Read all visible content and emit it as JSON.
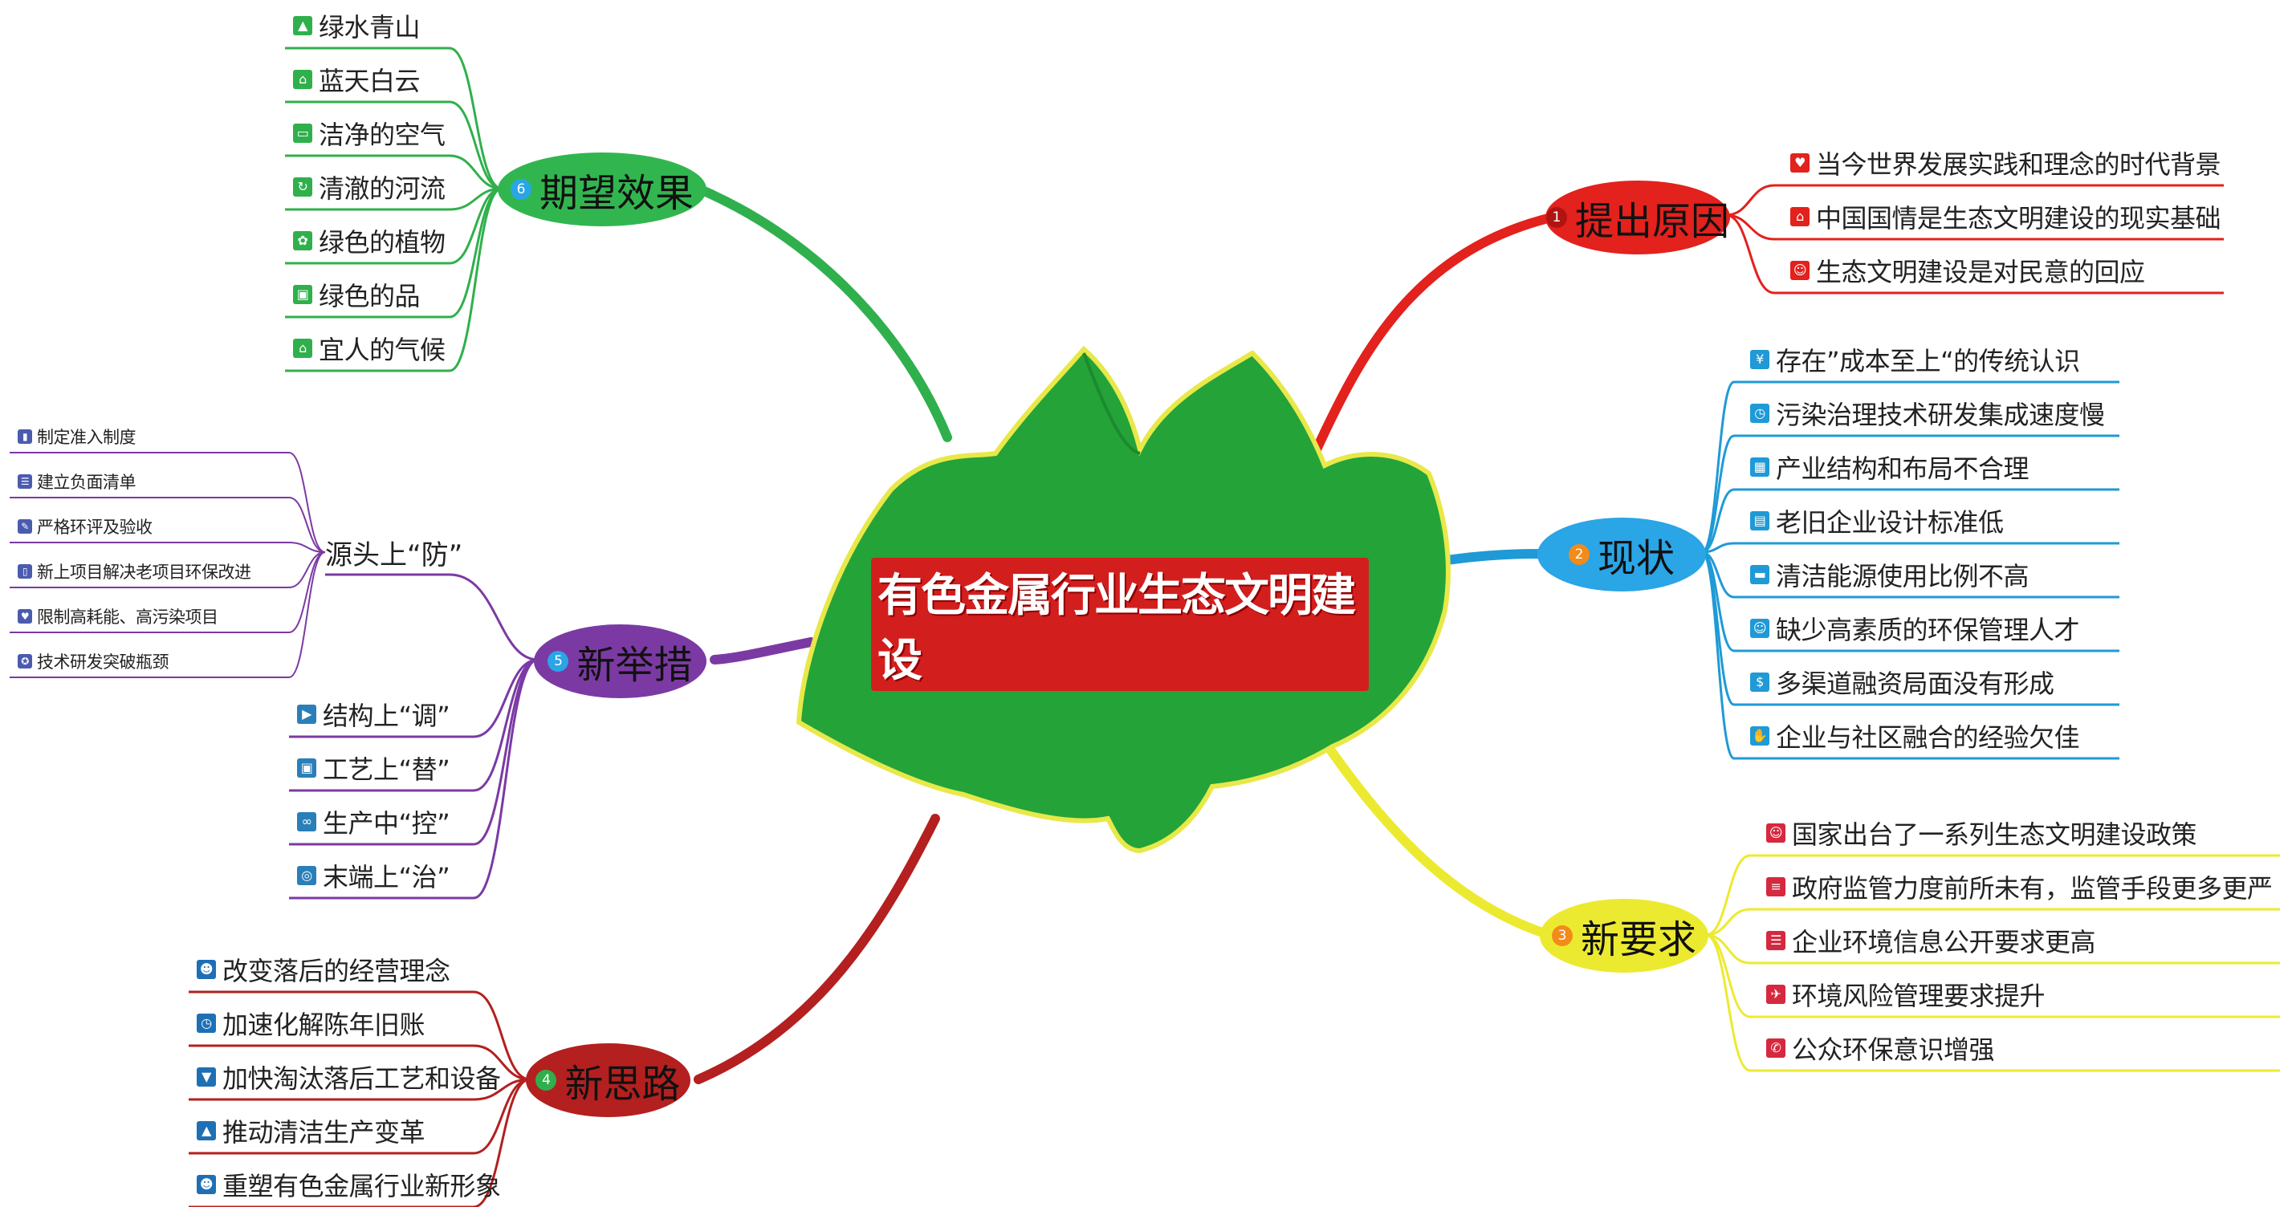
{
  "center": {
    "title": "有色金属行业生态文明建设"
  },
  "branches": {
    "b1": {
      "num": "1",
      "label": "提出原因",
      "color": "#e3211d",
      "items": [
        "当今世界发展实践和理念的时代背景",
        "中国国情是生态文明建设的现实基础",
        "生态文明建设是对民意的回应"
      ]
    },
    "b2": {
      "num": "2",
      "label": "现状",
      "color": "#1f9ad6",
      "items": [
        "存在”成本至上“的传统认识",
        "污染治理技术研发集成速度慢",
        "产业结构和布局不合理",
        "老旧企业设计标准低",
        "清洁能源使用比例不高",
        "缺少高素质的环保管理人才",
        "多渠道融资局面没有形成",
        "企业与社区融合的经验欠佳"
      ]
    },
    "b3": {
      "num": "3",
      "label": "新要求",
      "color": "#ecea30",
      "items": [
        "国家出台了一系列生态文明建设政策",
        "政府监管力度前所未有，监管手段更多更严",
        "企业环境信息公开要求更高",
        "环境风险管理要求提升",
        "公众环保意识增强"
      ]
    },
    "b4": {
      "num": "4",
      "label": "新思路",
      "color": "#b3201f",
      "items": [
        "改变落后的经营理念",
        "加速化解陈年旧账",
        "加快淘汰落后工艺和设备",
        "推动清洁生产变革",
        "重塑有色金属行业新形象"
      ]
    },
    "b5": {
      "num": "5",
      "label": "新举措",
      "color": "#7b3aa3",
      "group_source": "源头上“防”",
      "sub_items": [
        "制定准入制度",
        "建立负面清单",
        "严格环评及验收",
        "新上项目解决老项目环保改进",
        "限制高耗能、高污染项目",
        "技术研发突破瓶颈"
      ],
      "items": [
        "结构上“调”",
        "工艺上“替”",
        "生产中“控”",
        "末端上“治”"
      ]
    },
    "b6": {
      "num": "6",
      "label": "期望效果",
      "color": "#2fb04c",
      "items": [
        "绿水青山",
        "蓝天白云",
        "洁净的空气",
        "清澈的河流",
        "绿色的植物",
        "绿色的品",
        "宜人的气候"
      ]
    }
  },
  "colors": {
    "leaf_fill": "#24a338",
    "leaf_edge": "#e8e84a",
    "branch_fill_b2": "#2aa5e6",
    "branch_fill_b6": "#31b64f"
  },
  "icons": {
    "b1": [
      "heart-icon",
      "house-icon",
      "person-icon"
    ],
    "b2": [
      "yen-icon",
      "clock-icon",
      "factory-icon",
      "building-icon",
      "cart-icon",
      "person-icon",
      "dollar-icon",
      "handshake-icon"
    ],
    "b3": [
      "person-icon",
      "stack-icon",
      "list-icon",
      "plane-icon",
      "phone-icon"
    ],
    "b4": [
      "group-icon",
      "clock-icon",
      "trash-icon",
      "warning-icon",
      "people-icon"
    ],
    "b5_sub": [
      "chart-icon",
      "list-icon",
      "pencil-icon",
      "document-icon",
      "heart-icon",
      "bulb-icon"
    ],
    "b5": [
      "play-icon",
      "film-icon",
      "link-icon",
      "search-icon"
    ],
    "b6": [
      "image-icon",
      "home-icon",
      "window-icon",
      "refresh-icon",
      "plant-icon",
      "bag-icon",
      "home-icon"
    ]
  }
}
